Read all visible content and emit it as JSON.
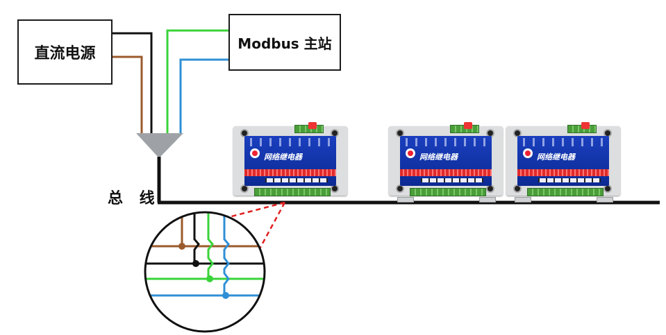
{
  "power_supply": {
    "label": "直流电源"
  },
  "modbus_master": {
    "label": "Modbus 主站"
  },
  "bus": {
    "label": "总 线"
  },
  "relay_modules": [
    {
      "title": "网络继电器"
    },
    {
      "title": "网络继电器"
    },
    {
      "title": "网络继电器"
    }
  ],
  "wire_colors": {
    "brown": "#9b5a2b",
    "black": "#111111",
    "green": "#39d339",
    "blue": "#2f8fd6",
    "callout": "#e02020"
  }
}
